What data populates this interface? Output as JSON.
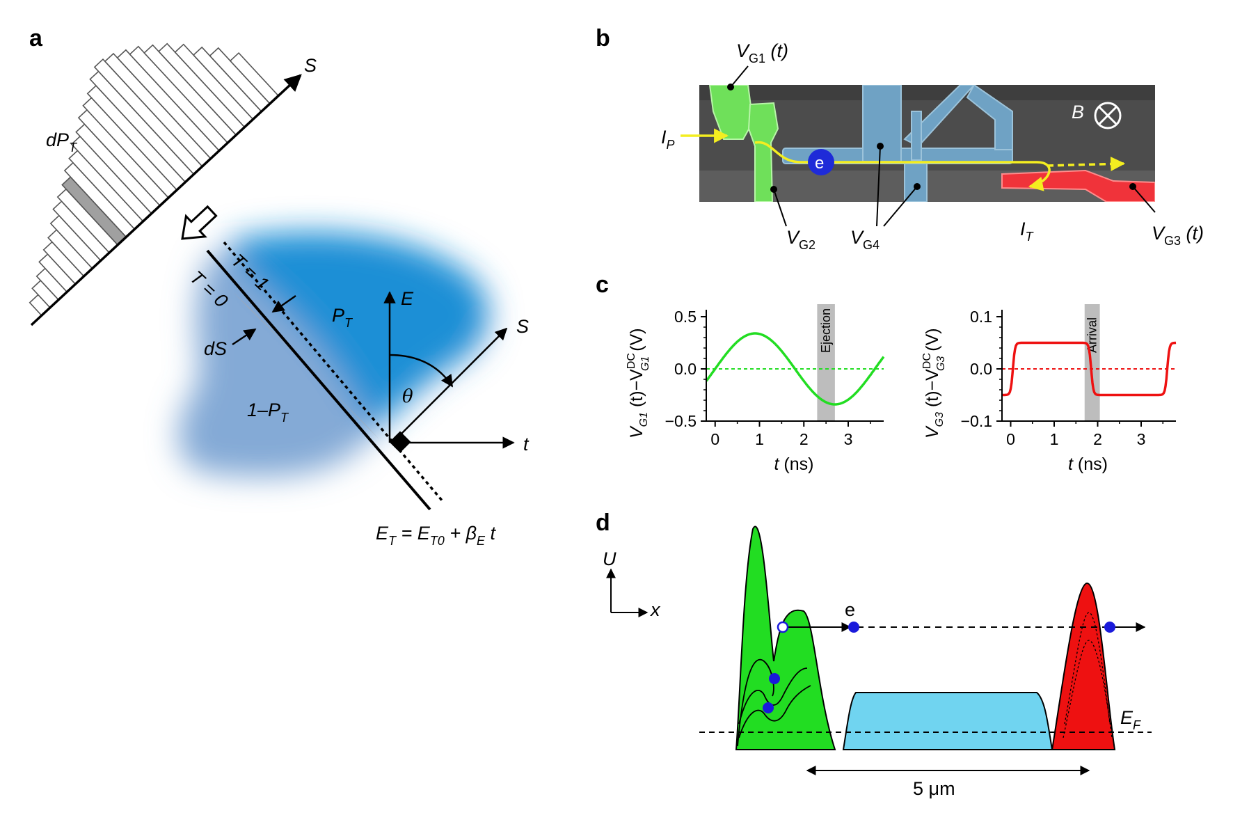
{
  "panels": {
    "a": {
      "letter": "a",
      "labels": {
        "s_top": "S",
        "dpt": "dP",
        "dpt_sub": "T",
        "t1": "T = 1",
        "t0": "T = 0",
        "pt": "P",
        "pt_sub": "T",
        "one_minus_pt": "1–P",
        "one_minus_pt_sub": "T",
        "ds": "dS",
        "e_axis": "E",
        "s_axis": "S",
        "theta": "θ",
        "t_axis": "t",
        "equation": "E",
        "equation_sub_t": "T",
        "equation_mid": " = E",
        "equation_sub_t0": "T0",
        "equation_plus": " + β",
        "equation_sub_e": "E",
        "equation_t": " t"
      },
      "histogram": {
        "bar_heights": [
          0.12,
          0.18,
          0.22,
          0.28,
          0.32,
          0.36,
          0.42,
          0.48,
          0.52,
          0.56,
          0.62,
          0.66,
          0.72,
          0.76,
          0.82,
          0.86,
          0.9,
          0.96,
          1.0,
          0.98,
          0.94,
          0.9,
          0.84,
          0.78,
          0.7,
          0.6,
          0.52,
          0.4
        ],
        "highlighted_bar": 9,
        "bar_color": "#ffffff",
        "highlight_color": "#a0a0a0"
      },
      "colors": {
        "blob_dark": "#1e8fd6",
        "blob_light": "#6f9bcf"
      }
    },
    "b": {
      "letter": "b",
      "labels": {
        "vg1": "V",
        "vg1_sub": "G1",
        "vg1_t": " (t)",
        "ip": "I",
        "ip_sub": "P",
        "electron": "e",
        "b_field": "B",
        "vg2": "V",
        "vg2_sub": "G2",
        "vg4": "V",
        "vg4_sub": "G4",
        "it": "I",
        "it_sub": "T",
        "vg3": "V",
        "vg3_sub": "G3",
        "vg3_t": " (t)"
      },
      "colors": {
        "green_gate": "#6fe05a",
        "blue_gate": "#6fa2c4",
        "red_gate": "#f0333a",
        "path": "#f4ee20",
        "bg": "#4a4a4a"
      }
    },
    "c": {
      "letter": "c",
      "chart_data": [
        {
          "type": "line",
          "ylabel": "V",
          "ylabel_sub": "G1",
          "ylabel_rest": " (t)−V",
          "ylabel_sup": "DC",
          "ylabel_sub2": "G1",
          "ylabel_unit": " (V)",
          "xlabel": "t",
          "xlabel_unit": " (ns)",
          "xlim": [
            -0.2,
            3.8
          ],
          "ylim": [
            -0.5,
            0.5
          ],
          "xticks": [
            "0",
            "1",
            "2",
            "3"
          ],
          "yticks": [
            "0.5",
            "0.0",
            "−0.5"
          ],
          "ytick_values": [
            0.5,
            0.0,
            -0.5
          ],
          "xtick_values": [
            0,
            1,
            2,
            3
          ],
          "band": {
            "label": "Ejection",
            "x": [
              2.3,
              2.7
            ]
          },
          "series": [
            {
              "kind": "sine",
              "amplitude": 0.34,
              "period": 3.6,
              "phase_zero": 0.0,
              "color": "#22dd22"
            }
          ]
        },
        {
          "type": "line",
          "ylabel": "V",
          "ylabel_sub": "G3",
          "ylabel_rest": " (t)−V",
          "ylabel_sup": "DC",
          "ylabel_sub2": "G3",
          "ylabel_unit": " (V)",
          "xlabel": "t",
          "xlabel_unit": " (ns)",
          "xlim": [
            -0.2,
            3.8
          ],
          "ylim": [
            -0.1,
            0.1
          ],
          "xticks": [
            "0",
            "1",
            "2",
            "3"
          ],
          "yticks": [
            "0.1",
            "0.0",
            "−0.1"
          ],
          "ytick_values": [
            0.1,
            0.0,
            -0.1
          ],
          "xtick_values": [
            0,
            1,
            2,
            3
          ],
          "band": {
            "label": "Arrival",
            "x": [
              1.7,
              2.05
            ]
          },
          "series": [
            {
              "kind": "square",
              "high": 0.05,
              "low": -0.05,
              "rise": [
                0.05,
                3.6
              ],
              "fall": [
                1.85
              ],
              "color": "#ee1111"
            }
          ]
        }
      ]
    },
    "d": {
      "letter": "d",
      "labels": {
        "u_axis": "U",
        "x_axis": "x",
        "electron": "e",
        "fermi": "E",
        "fermi_sub": "F",
        "scale": "5 μm"
      },
      "colors": {
        "green": "#22dd22",
        "blue": "#70d4f0",
        "red": "#ee1111",
        "dot": "#1a1adb"
      }
    }
  }
}
